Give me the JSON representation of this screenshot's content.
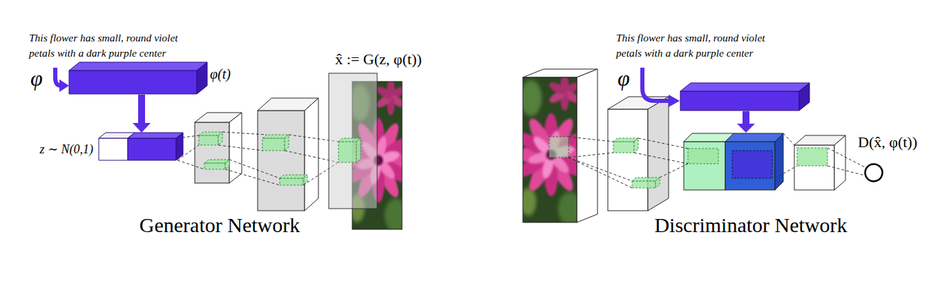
{
  "diagram": {
    "nodes": [
      {
        "text": [
          "φ(t)"
        ]
      },
      {
        "text": [
          "z ∼ N(0,1)"
        ]
      },
      {
        "text": [
          "x̂ := G(z, φ(t))"
        ]
      },
      {
        "text": [
          "D(x̂, φ(t))"
        ]
      }
    ],
    "edges": [
      {
        "from": 0,
        "to": 1,
        "arrow": "to"
      }
    ],
    "labels": [
      "This flower has small, round violet petals with a dark purple center",
      "φ",
      "Generator Network",
      "This flower has small, round violet petals with a dark purple center",
      "φ",
      "Discriminator Network"
    ]
  }
}
